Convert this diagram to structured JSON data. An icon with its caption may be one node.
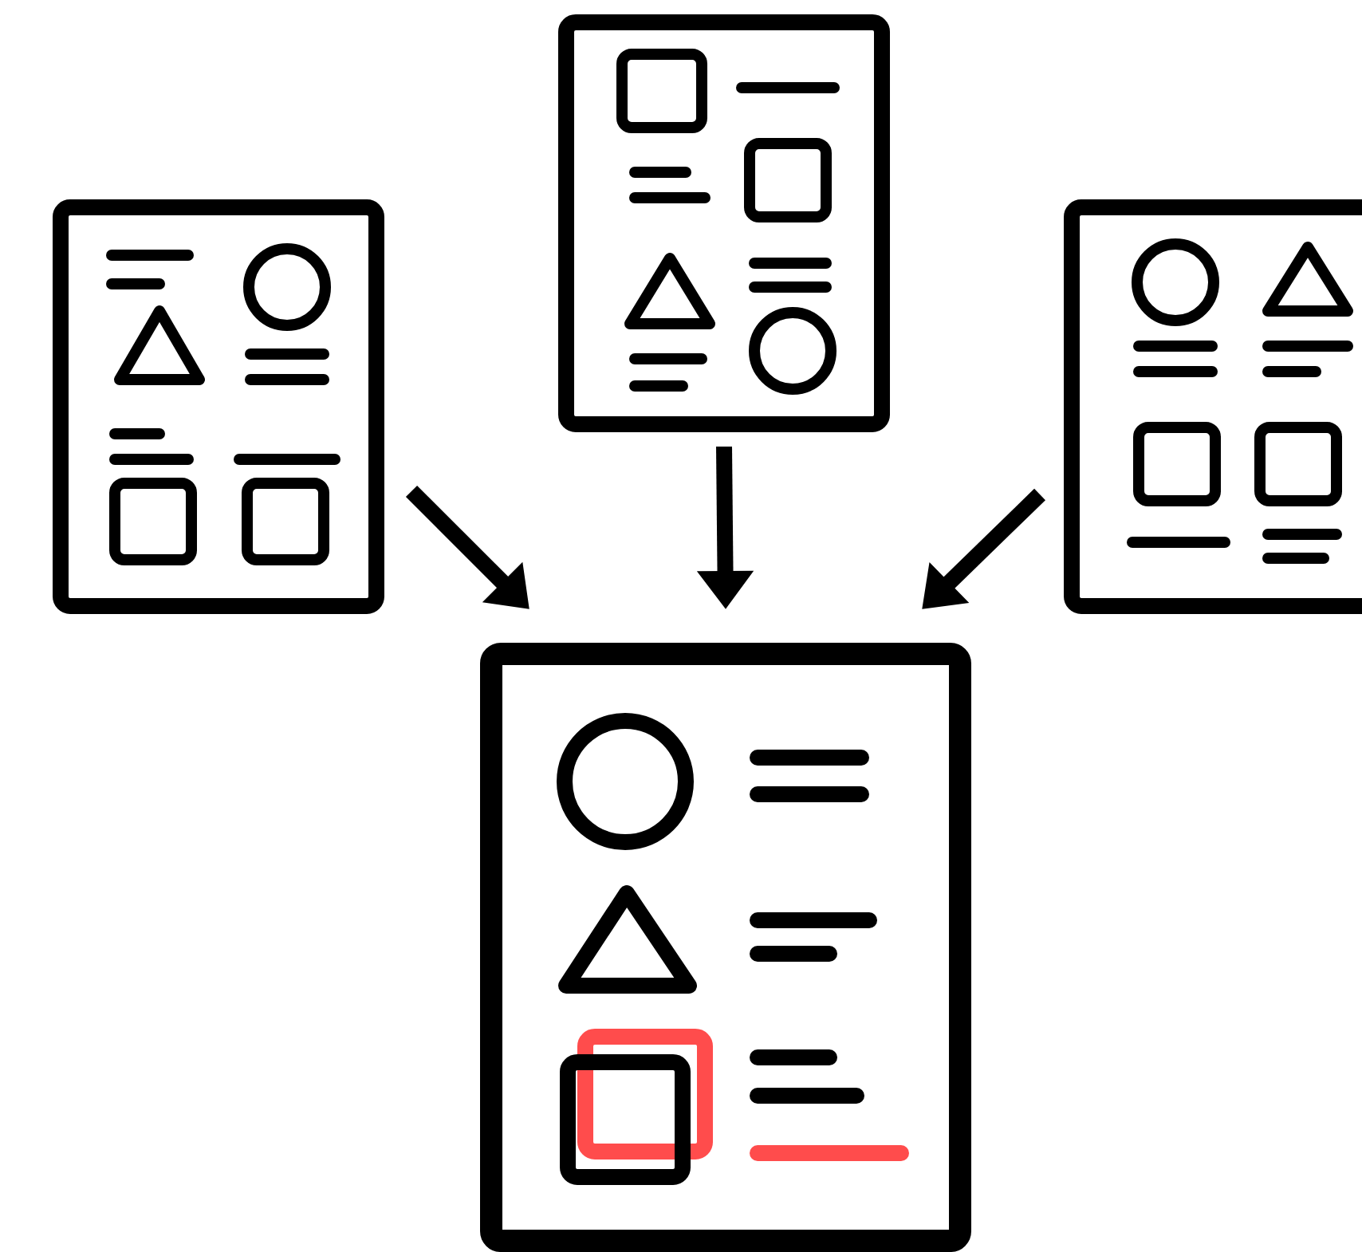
{
  "diagram": {
    "nodes": [
      {
        "text": [],
        "shape": "picture"
      },
      {
        "text": [],
        "shape": "picture"
      },
      {
        "text": [],
        "shape": "picture"
      },
      {
        "text": [],
        "shape": "picture"
      }
    ],
    "edges": [
      {
        "from": 0,
        "to": 3,
        "arrow": "to"
      },
      {
        "from": 1,
        "to": 3,
        "arrow": "to"
      },
      {
        "from": 2,
        "to": 3,
        "arrow": "to"
      }
    ]
  }
}
